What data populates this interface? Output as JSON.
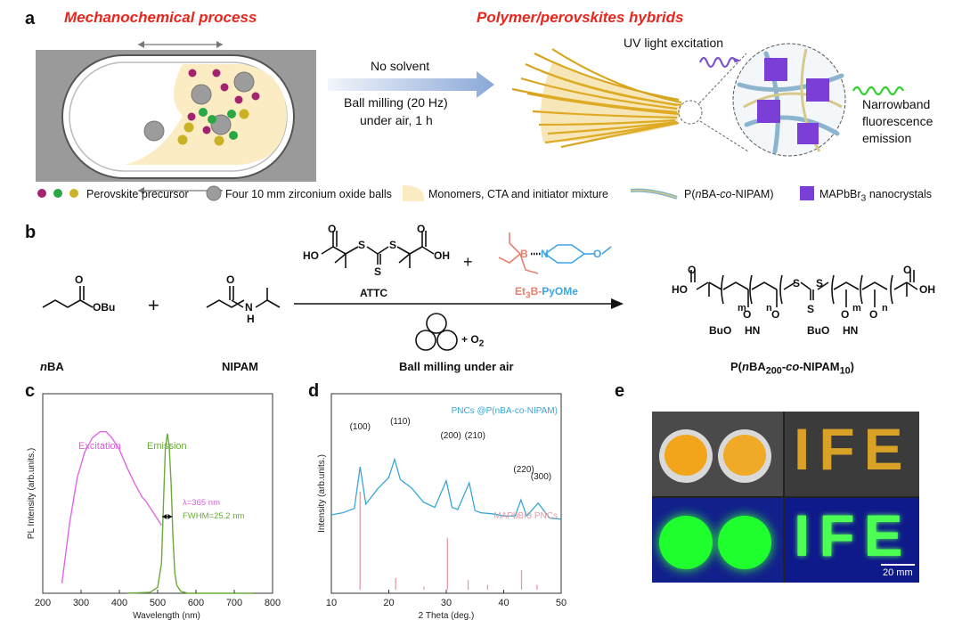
{
  "panel_a": {
    "label": "a",
    "left_title": "Mechanochemical process",
    "right_title": "Polymer/perovskites hybrids",
    "arrow_line1": "No solvent",
    "arrow_line2": "Ball milling (20 Hz)",
    "arrow_line3": "under air, 1 h",
    "uv_label": "UV light excitation",
    "emission_line1": "Narrowband",
    "emission_line2": "fluorescence",
    "emission_line3": "emission",
    "legend": {
      "precursor": "Perovskite precursor",
      "balls": "Four 10 mm zirconium oxide balls",
      "monomers": "Monomers, CTA and initiator mixture",
      "polymer_pre": "P(",
      "polymer_it1": "n",
      "polymer_mid": "BA-",
      "polymer_it2": "co",
      "polymer_post": "-NIPAM)",
      "nanocrystals_pre": "MAPbBr",
      "nanocrystals_sub": "3",
      "nanocrystals_post": " nanocrystals"
    }
  },
  "panel_b": {
    "label": "b",
    "nba_it": "n",
    "nba": "BA",
    "nipam": "NIPAM",
    "attc": "ATTC",
    "et3b": "Et",
    "et3b_sub": "3",
    "et3b_b": "B-",
    "pyome": "PyOMe",
    "o2": "+ O",
    "o2_sub": "2",
    "condition": "Ball milling under air",
    "product_pre": "P(",
    "product_it1": "n",
    "product_mid1": "BA",
    "product_sub1": "200",
    "product_mid2": "-",
    "product_it2": "co",
    "product_mid3": "-NIPAM",
    "product_sub2": "10",
    "product_post": ")",
    "plus": "+",
    "atoms": {
      "O": "O",
      "OH": "OH",
      "HO": "HO",
      "S": "S",
      "N": "N",
      "H": "H",
      "OBu": "OBu",
      "BuO": "BuO",
      "HN": "HN",
      "m": "m",
      "n": "n",
      "B": "B"
    }
  },
  "panel_c": {
    "label": "c",
    "excitation": "Excitation",
    "emission": "Emission",
    "lambda": "λ=365 nm",
    "fwhm": "FWHM=25.2 nm",
    "xlabel": "Wavelength (nm)",
    "ylabel": "PL Intensity (arb.units.)",
    "xticks": [
      "200",
      "300",
      "400",
      "500",
      "600",
      "700",
      "800"
    ]
  },
  "panel_d": {
    "label": "d",
    "legend_top": "PNCs @P(nBA-co-NIPAM)",
    "legend_bottom": "MAPbBr3 PNCs",
    "xlabel": "2 Theta (deg.)",
    "ylabel": "Intensity (arb.units.)",
    "xticks": [
      "10",
      "20",
      "30",
      "40",
      "50"
    ],
    "peaks": [
      "(100)",
      "(110)",
      "(200)",
      "(210)",
      "(220)",
      "(300)"
    ]
  },
  "panel_e": {
    "label": "e",
    "letters": "IFE",
    "scale": "20 mm"
  },
  "chart_data": [
    {
      "type": "line",
      "title": "",
      "xlabel": "Wavelength (nm)",
      "ylabel": "PL Intensity (arb.units.)",
      "xlim": [
        200,
        800
      ],
      "series": [
        {
          "name": "Excitation",
          "x": [
            250,
            270,
            290,
            310,
            330,
            350,
            365,
            380,
            400,
            420,
            440,
            460,
            470,
            480,
            490,
            500,
            510
          ],
          "y": [
            0.05,
            0.35,
            0.58,
            0.71,
            0.78,
            0.81,
            0.81,
            0.78,
            0.72,
            0.63,
            0.55,
            0.48,
            0.46,
            0.43,
            0.4,
            0.37,
            0.34
          ]
        },
        {
          "name": "Emission",
          "x": [
            420,
            480,
            500,
            510,
            515,
            520,
            525,
            530,
            535,
            540,
            545,
            550,
            560,
            580,
            650,
            700,
            750
          ],
          "y": [
            0.0,
            0.005,
            0.03,
            0.15,
            0.45,
            0.72,
            0.8,
            0.74,
            0.55,
            0.28,
            0.1,
            0.04,
            0.01,
            0.0,
            0.0,
            0.0,
            0.0
          ]
        }
      ]
    },
    {
      "type": "line",
      "title": "",
      "xlabel": "2 Theta (deg.)",
      "ylabel": "Intensity (arb.units.)",
      "xlim": [
        10,
        50
      ],
      "series": [
        {
          "name": "PNCs @P(nBA-co-NIPAM)",
          "x": [
            10,
            12,
            14,
            15,
            16,
            18,
            20,
            21,
            22,
            24,
            26,
            28,
            30,
            31,
            32,
            34,
            35,
            36,
            38,
            40,
            42,
            43,
            44,
            46,
            48,
            50
          ],
          "y": [
            0.1,
            0.12,
            0.16,
            0.55,
            0.2,
            0.34,
            0.45,
            0.62,
            0.43,
            0.35,
            0.22,
            0.17,
            0.42,
            0.17,
            0.15,
            0.4,
            0.14,
            0.12,
            0.11,
            0.09,
            0.09,
            0.24,
            0.09,
            0.21,
            0.07,
            0.06
          ]
        },
        {
          "name": "MAPbBr3 PNCs",
          "x": [
            15.0,
            21.2,
            26.1,
            30.2,
            33.8,
            37.2,
            43.1,
            45.8
          ],
          "y": [
            1.0,
            0.12,
            0.03,
            0.53,
            0.1,
            0.05,
            0.2,
            0.05
          ]
        }
      ]
    }
  ]
}
